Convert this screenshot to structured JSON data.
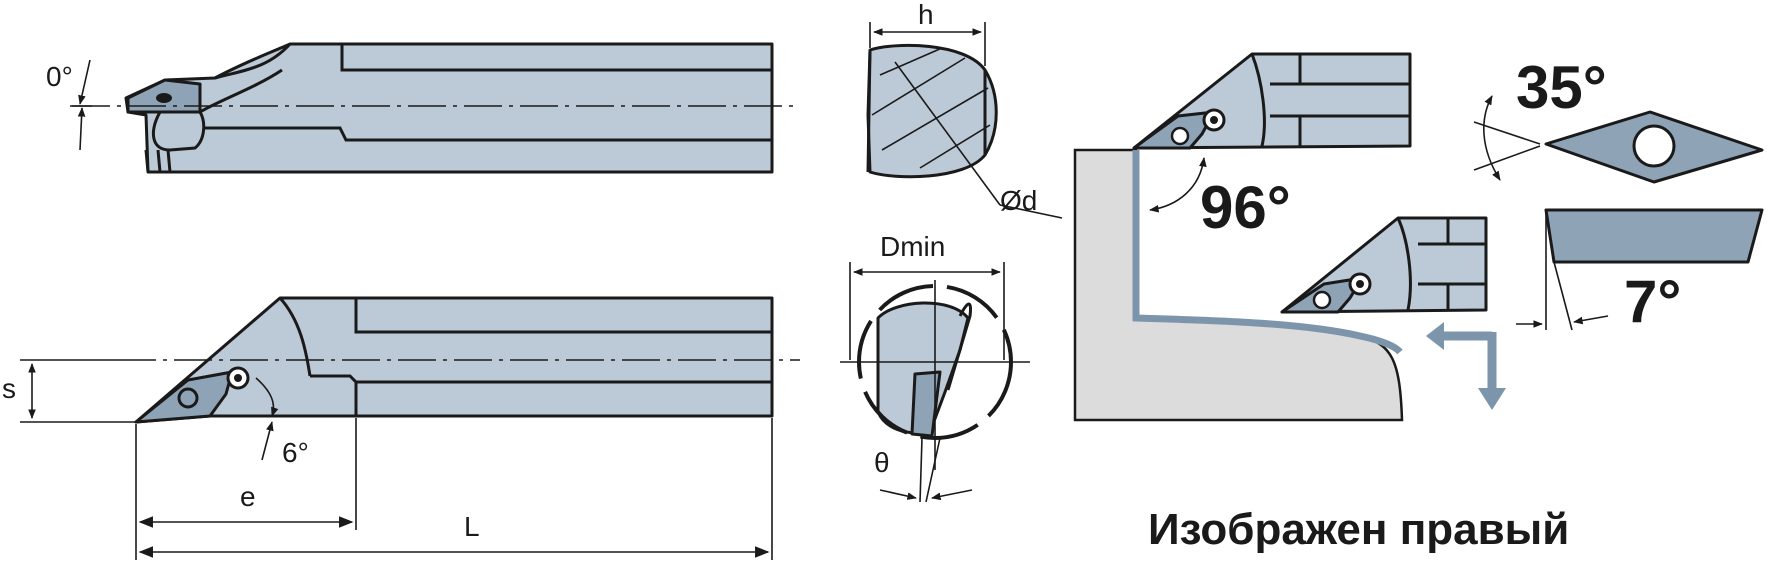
{
  "labels": {
    "angle_top_view": "0°",
    "angle_side_view": "6°",
    "dim_s": "s",
    "dim_e": "e",
    "dim_L": "L",
    "dim_h": "h",
    "dim_d": "Ød",
    "dim_dmin": "Dmin",
    "dim_theta": "θ",
    "angle_approach": "96°",
    "angle_insert": "35°",
    "angle_clearance": "7°",
    "caption": "Изображен правый"
  },
  "colors": {
    "steel": "#bcc9d6",
    "insert": "#8fa3b6",
    "workpiece": "#dcdcdc",
    "flow_arrow": "#7d95ab",
    "outline": "#1a1a1a"
  }
}
